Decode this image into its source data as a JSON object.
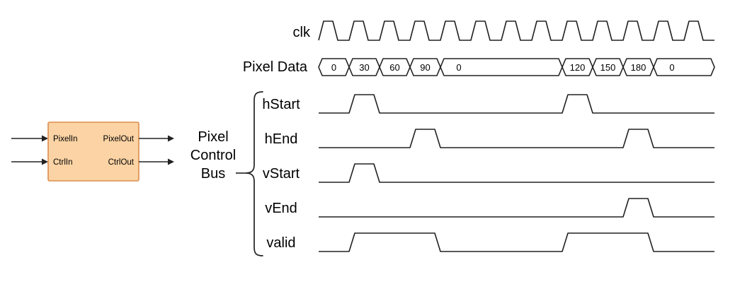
{
  "block": {
    "ports": {
      "pixel_in": "PixelIn",
      "ctrl_in": "CtrlIn",
      "pixel_out": "PixelOut",
      "ctrl_out": "CtrlOut"
    }
  },
  "bus_label": [
    "Pixel",
    "Control",
    "Bus"
  ],
  "colors": {
    "block_fill": "#FBD3A4",
    "block_border": "#DD8D4E",
    "line": "#222222",
    "text": "#000000"
  },
  "timing": {
    "clk_label": "clk",
    "data_label": "Pixel Data",
    "num_cycles": 13,
    "pixel_data": [
      {
        "value": "0",
        "start": 0,
        "end": 1
      },
      {
        "value": "30",
        "start": 1,
        "end": 2
      },
      {
        "value": "60",
        "start": 2,
        "end": 3
      },
      {
        "value": "90",
        "start": 3,
        "end": 4
      },
      {
        "value": "0",
        "start": 4,
        "end": 8
      },
      {
        "value": "120",
        "start": 8,
        "end": 9
      },
      {
        "value": "150",
        "start": 9,
        "end": 10
      },
      {
        "value": "180",
        "start": 10,
        "end": 11
      },
      {
        "value": "0",
        "start": 11,
        "end": 13
      }
    ],
    "signals": [
      {
        "name": "hStart",
        "pulses": [
          [
            1,
            2
          ],
          [
            8,
            9
          ]
        ]
      },
      {
        "name": "hEnd",
        "pulses": [
          [
            3,
            4
          ],
          [
            10,
            11
          ]
        ]
      },
      {
        "name": "vStart",
        "pulses": [
          [
            1,
            2
          ]
        ]
      },
      {
        "name": "vEnd",
        "pulses": [
          [
            10,
            11
          ]
        ]
      },
      {
        "name": "valid",
        "pulses": [
          [
            1,
            4
          ],
          [
            8,
            11
          ]
        ]
      }
    ]
  }
}
